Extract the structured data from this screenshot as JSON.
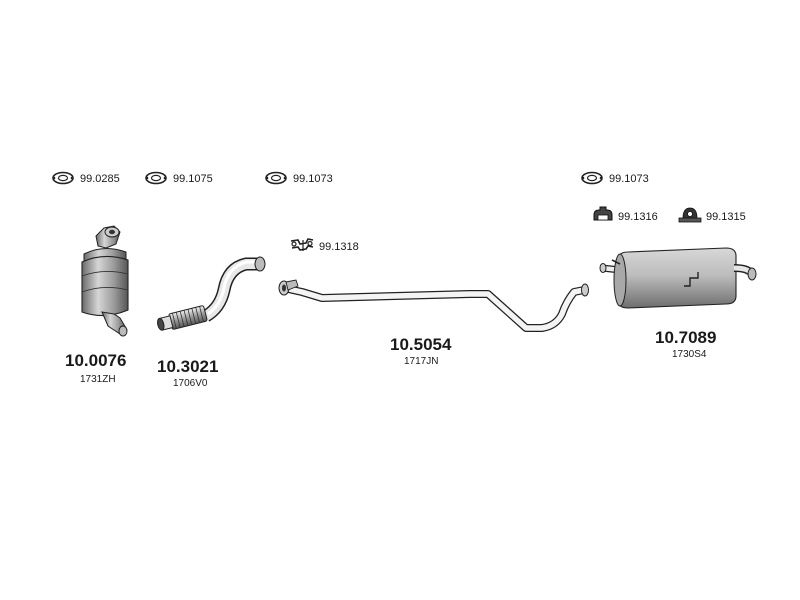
{
  "gaskets": [
    {
      "code": "99.0285",
      "icon": "gasket-ring-icon"
    },
    {
      "code": "99.1075",
      "icon": "gasket-ring-icon"
    },
    {
      "code": "99.1073",
      "icon": "gasket-ring-icon"
    },
    {
      "code": "99.1073",
      "icon": "gasket-ring-icon"
    }
  ],
  "clamp": {
    "code": "99.1318",
    "icon": "clamp-icon"
  },
  "mounts": [
    {
      "code": "99.1316",
      "icon": "rubber-mount-icon"
    },
    {
      "code": "99.1315",
      "icon": "rubber-hanger-icon"
    }
  ],
  "parts": [
    {
      "number": "10.0076",
      "oem": "1731ZH"
    },
    {
      "number": "10.3021",
      "oem": "1706V0"
    },
    {
      "number": "10.5054",
      "oem": "1717JN"
    },
    {
      "number": "10.7089",
      "oem": "1730S4"
    }
  ]
}
